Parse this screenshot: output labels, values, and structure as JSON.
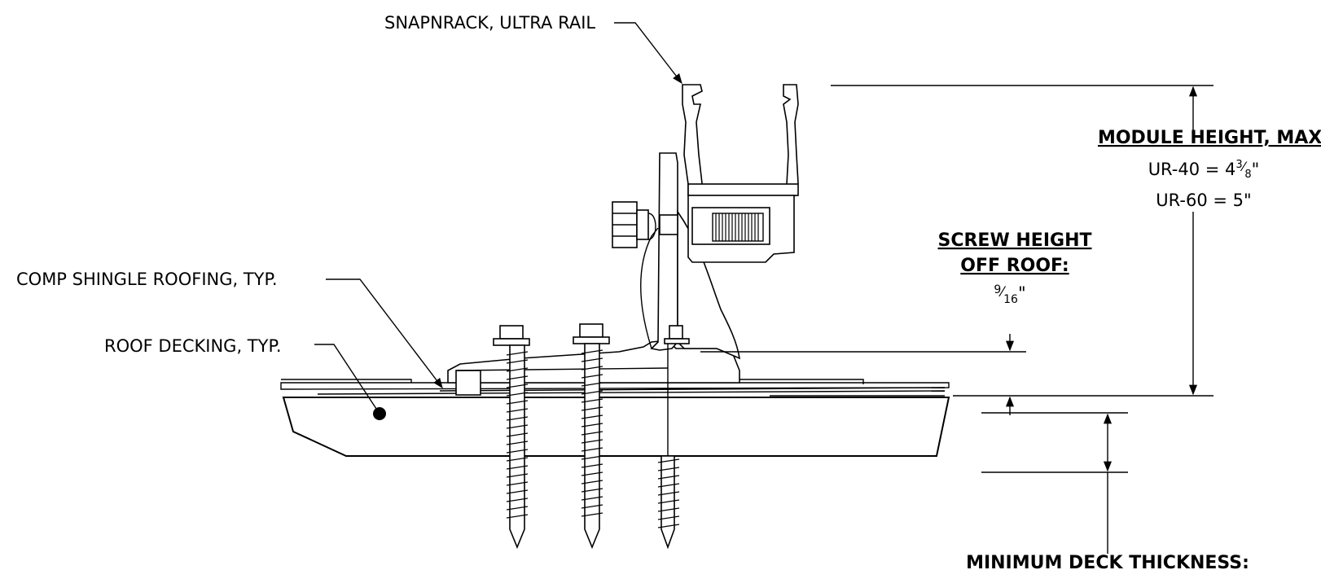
{
  "callouts": {
    "rail": "SNAPNRACK, ULTRA RAIL",
    "shingle": "COMP SHINGLE ROOFING, TYP.",
    "decking": "ROOF DECKING, TYP."
  },
  "module_height": {
    "title": "MODULE HEIGHT, MAX:",
    "line1_prefix": "UR-40 = 4",
    "line1_num": "3",
    "line1_den": "8",
    "line1_suffix": "\"",
    "line2": "UR-60 = 5\""
  },
  "screw_height": {
    "title_line1": "SCREW HEIGHT",
    "title_line2": "OFF ROOF:",
    "num": "9",
    "den": "16",
    "suffix": "\""
  },
  "deck_thickness": {
    "title": "MINIMUM DECK THICKNESS:"
  }
}
